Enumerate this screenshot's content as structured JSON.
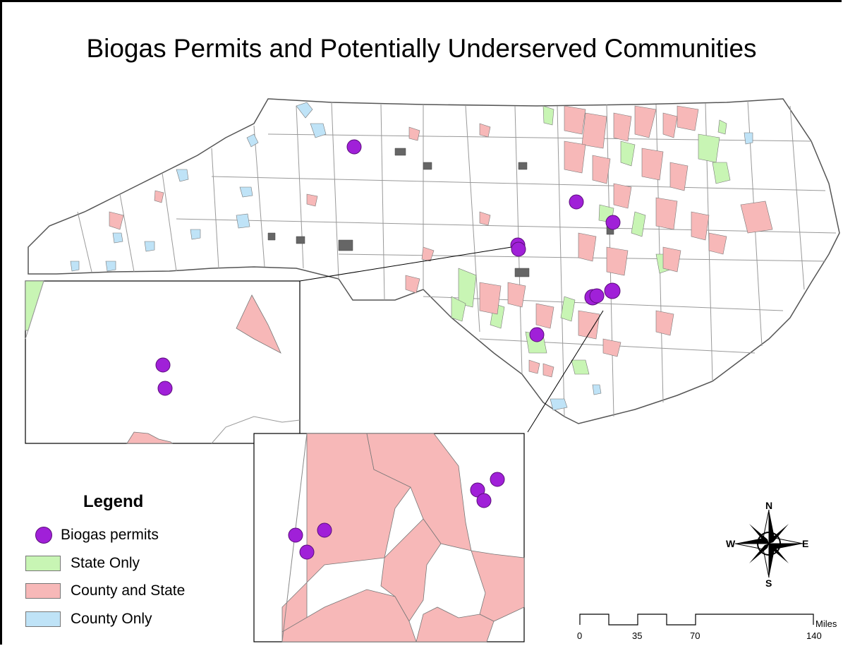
{
  "title": "Biogas Permits and Potentially Underserved Communities",
  "legend": {
    "heading": "Legend",
    "items": [
      {
        "label": "Biogas permits",
        "kind": "point",
        "color": "#a020d8"
      },
      {
        "label": "State Only",
        "kind": "fill",
        "color": "#c8f5b4"
      },
      {
        "label": "County and State",
        "kind": "fill",
        "color": "#f7b8b8"
      },
      {
        "label": "County Only",
        "kind": "fill",
        "color": "#bfe3f7"
      }
    ]
  },
  "compass": {
    "n": "N",
    "s": "S",
    "e": "E",
    "w": "W"
  },
  "scale_bar": {
    "ticks": [
      "0",
      "35",
      "70",
      "140"
    ],
    "unit": "Miles"
  },
  "colors": {
    "permit": "#a020d8",
    "state_only": "#c8f5b4",
    "county_and_state": "#f7b8b8",
    "county_only": "#bfe3f7",
    "boundary": "#888888",
    "urban": "#555555"
  },
  "map_layers": [
    "county boundaries",
    "underserved community areas",
    "biogas permit locations"
  ],
  "insets": [
    "west inset",
    "southeast inset"
  ]
}
